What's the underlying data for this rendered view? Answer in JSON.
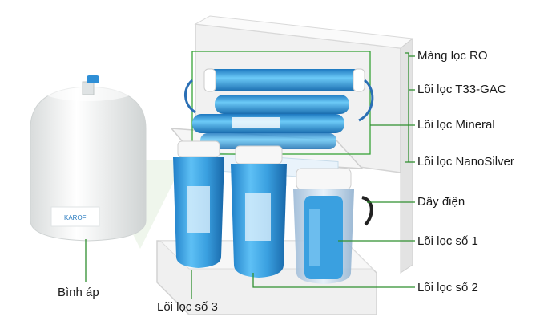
{
  "labels": {
    "ro_membrane": "Màng lọc RO",
    "t33_gac": "Lõi lọc T33-GAC",
    "mineral": "Lõi lọc Mineral",
    "nanosilver": "Lõi lọc NanoSilver",
    "power_cord": "Dây điện",
    "filter_1": "Lõi lọc số 1",
    "filter_2": "Lõi lọc số 2",
    "filter_3": "Lõi lọc số 3",
    "pressure_tank": "Bình áp"
  },
  "brand": {
    "logo_text": "KAROFI",
    "filter_blue": "#3aa0e0",
    "housing_white": "#f3f3f3",
    "line_color": "#2f8f2f"
  }
}
